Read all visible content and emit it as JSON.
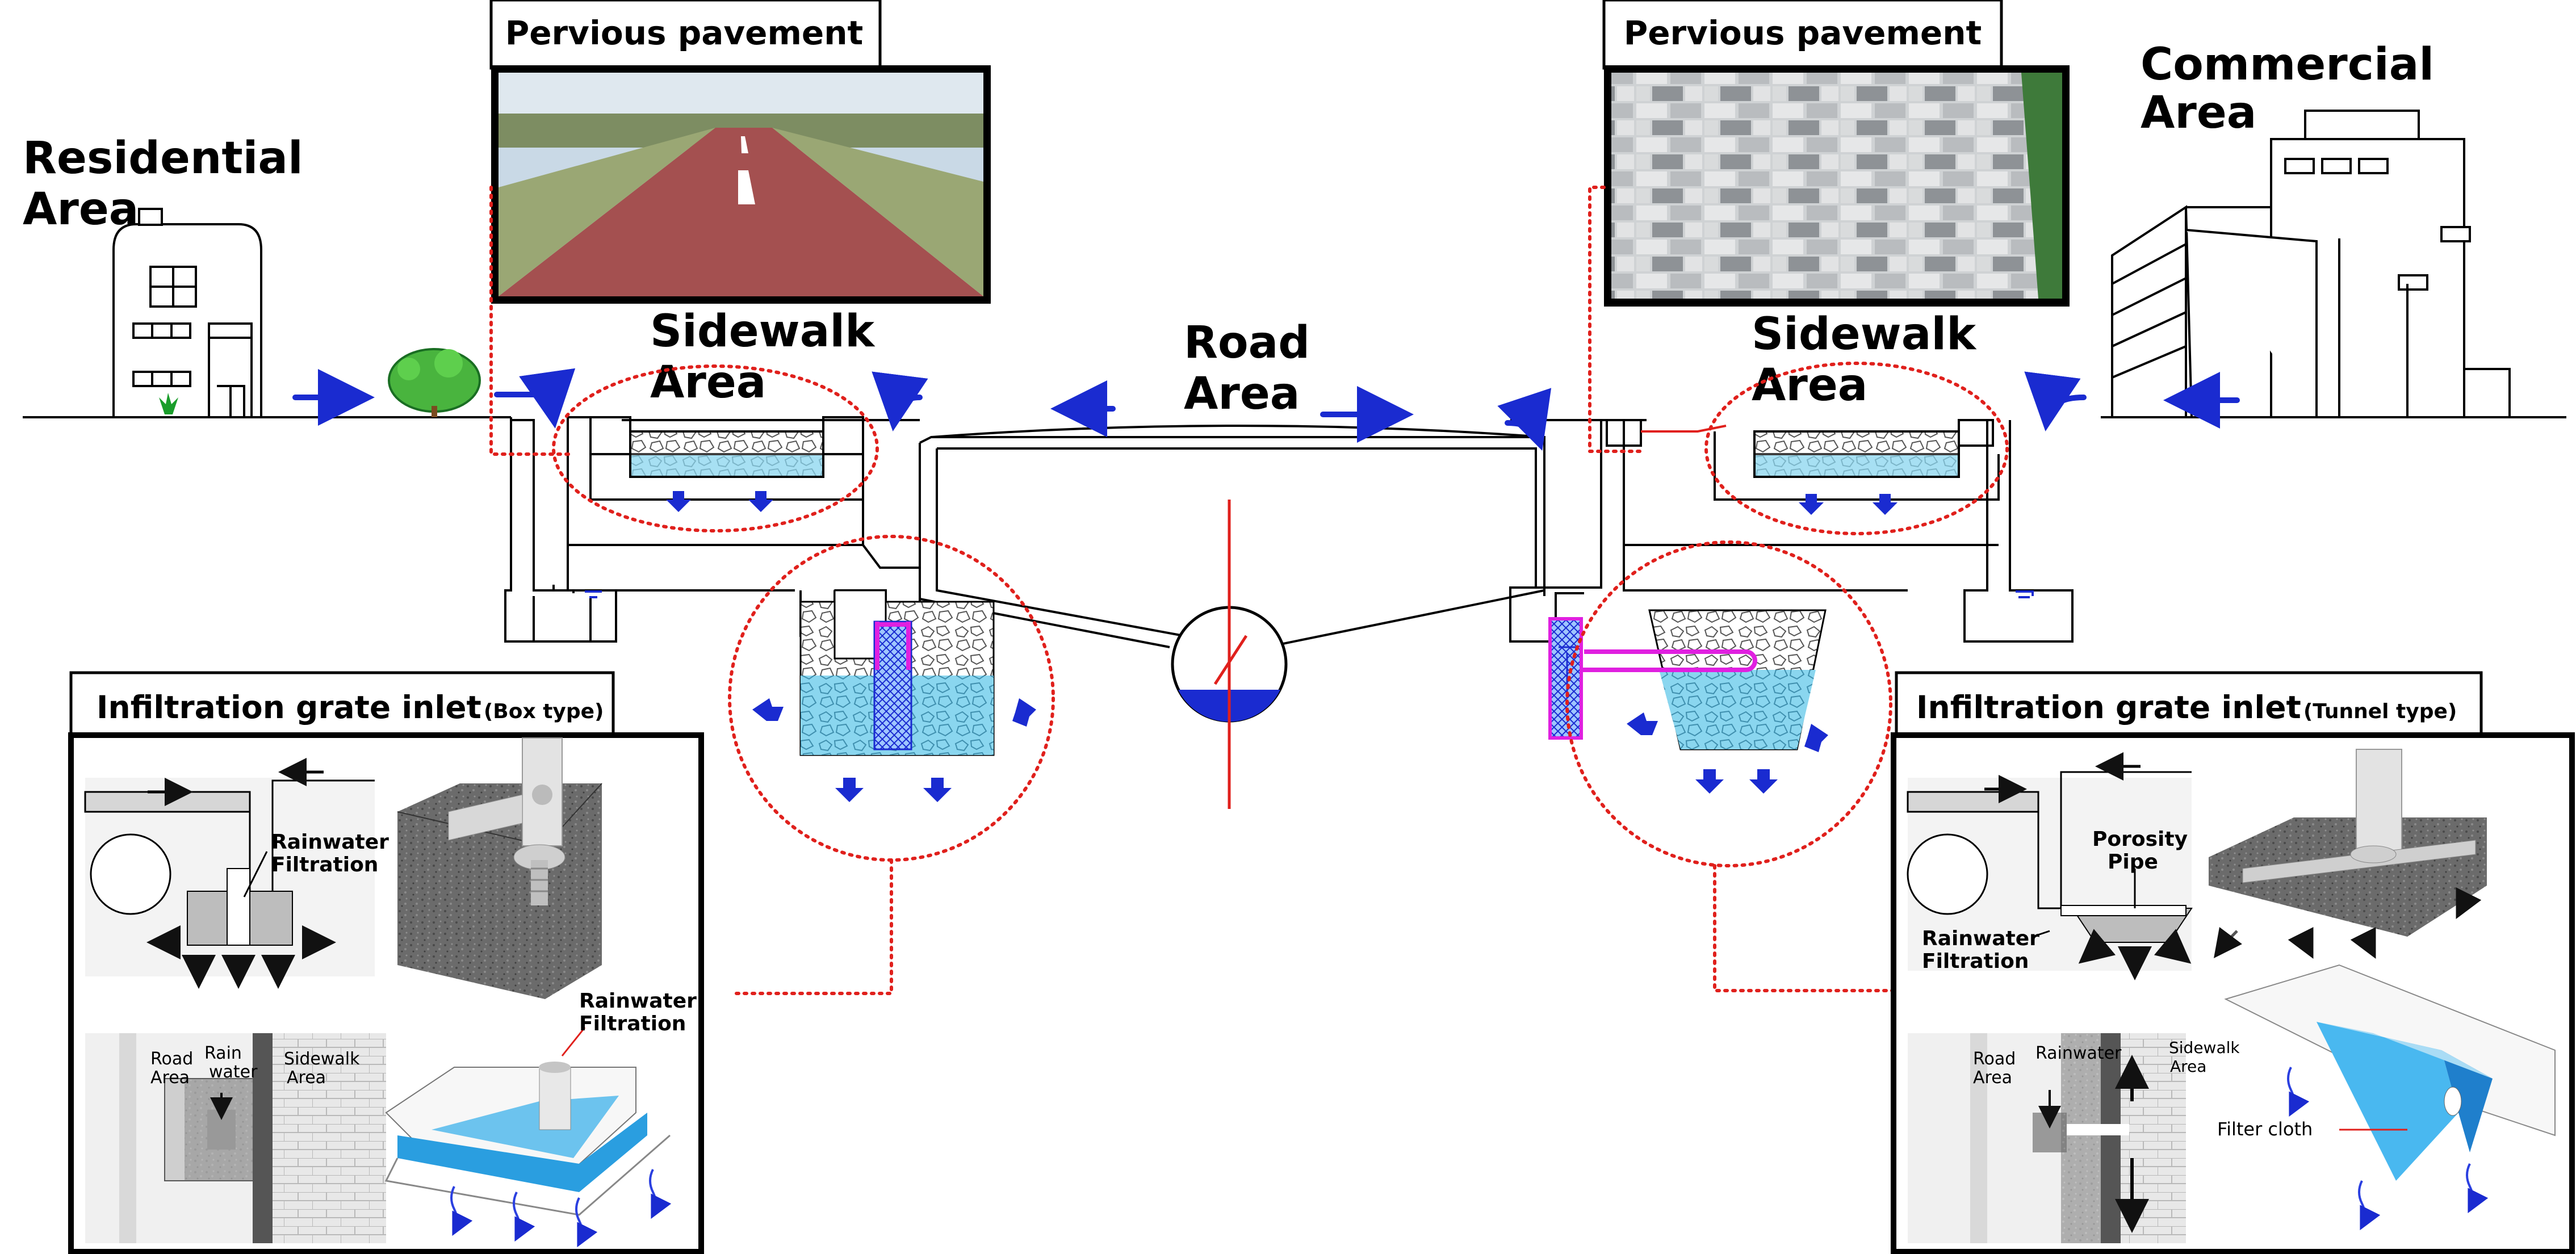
{
  "labels": {
    "residential": [
      "Residential",
      "Area"
    ],
    "commercial": [
      "Commercial",
      "Area"
    ],
    "sidewalk_left": [
      "Sidewalk",
      "Area"
    ],
    "sidewalk_right": [
      "Sidewalk",
      "Area"
    ],
    "road": [
      "Road",
      "Area"
    ]
  },
  "photo_titles": {
    "left": "Pervious pavement",
    "right": "Pervious pavement"
  },
  "panels": {
    "box": {
      "title_main": "Infiltration grate inlet",
      "title_sub": "(Box type)",
      "rainwater_filtration": [
        "Rainwater",
        "Filtration"
      ],
      "rainwater_filtration_3d": [
        "Rainwater",
        "Filtration"
      ],
      "road_area": [
        "Road",
        "Area"
      ],
      "rain_water": [
        "Rain",
        "water"
      ],
      "sidewalk_area": [
        "Sidewalk",
        "Area"
      ]
    },
    "tunnel": {
      "title_main": "Infiltration grate inlet",
      "title_sub": "(Tunnel type)",
      "porosity_pipe": [
        "Porosity",
        "Pipe"
      ],
      "rainwater_filtration": [
        "Rainwater",
        "Filtration"
      ],
      "road_area": [
        "Road",
        "Area"
      ],
      "rainwater": "Rainwater",
      "sidewalk_area": [
        "Sidewalk",
        "Area"
      ],
      "filter_cloth": "Filter cloth"
    }
  },
  "colors": {
    "water": "#7fd0ec",
    "arrow_blue": "#1a2bd0",
    "callout_red": "#e0201c",
    "pipe_magenta": "#e020e0",
    "red_pavement": "#a04a4a"
  }
}
